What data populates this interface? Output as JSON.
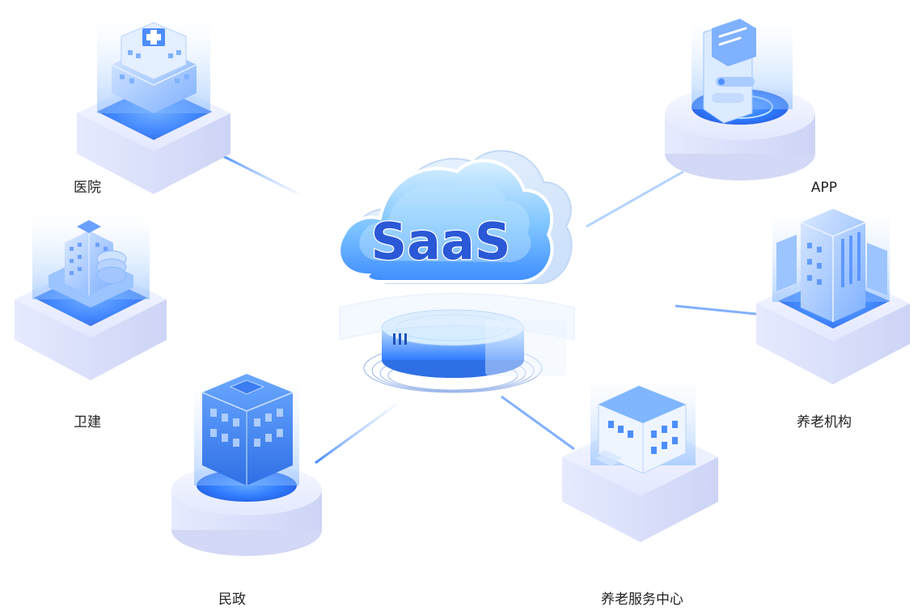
{
  "center": {
    "cloud_text": "SaaS"
  },
  "nodes": [
    {
      "id": "hospital",
      "label": "医院",
      "icon": "hospital-building-icon"
    },
    {
      "id": "health",
      "label": "卫建",
      "icon": "health-building-icon"
    },
    {
      "id": "civil",
      "label": "民政",
      "icon": "civil-affairs-building-icon"
    },
    {
      "id": "app",
      "label": "APP",
      "icon": "app-document-icon"
    },
    {
      "id": "elderly-org",
      "label": "养老机构",
      "icon": "elderly-institution-building-icon"
    },
    {
      "id": "elderly-center",
      "label": "养老服务中心",
      "icon": "elderly-service-center-icon"
    }
  ],
  "colors": {
    "accent": "#2f7bff",
    "accent_light": "#8fc0ff",
    "platform_top": "#eef2ff",
    "platform_side": "#d6dcfa",
    "saas_text": "#2a58d6"
  }
}
